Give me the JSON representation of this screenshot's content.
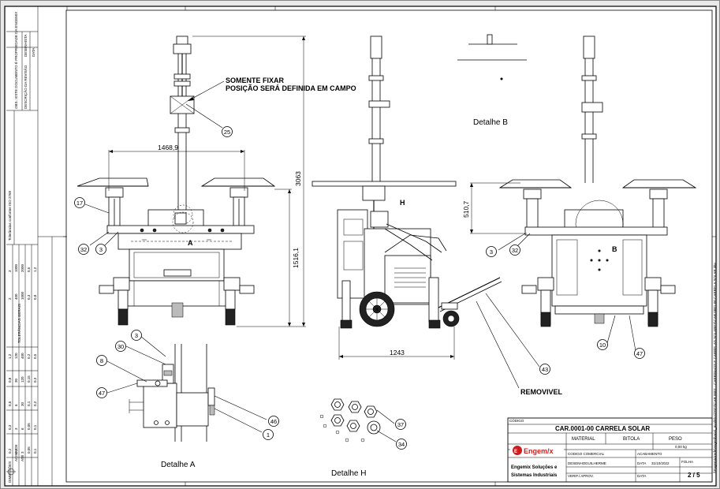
{
  "notes": {
    "field_fix_line1": "SOMENTE FIXAR",
    "field_fix_line2": "POSIÇÃO SERÁ DEFINIDA EM CAMPO",
    "removable": "REMOVIVEL"
  },
  "details": {
    "a_marker": "A",
    "b_marker": "B",
    "h_marker": "H",
    "detail_a": "Detalhe A",
    "detail_b": "Detalhe B",
    "detail_h": "Detalhe H"
  },
  "dimensions": {
    "panel_span": "1468,9",
    "overall_height": "3063",
    "mid_height": "1516,1",
    "base_length": "1243",
    "panel_offset": "510,7"
  },
  "balloons": {
    "b17": "17",
    "b32a": "32",
    "b3a": "3",
    "b25": "25",
    "b3b": "3",
    "b32b": "32",
    "b10": "10",
    "b47a": "47",
    "b43": "43",
    "b3c": "3",
    "b30": "30",
    "b8": "8",
    "b47b": "47",
    "b46": "46",
    "b1": "1",
    "b37": "37",
    "b34": "34"
  },
  "title_block": {
    "code_label": "CÓDIGO",
    "drawing_code": "CAR.0001-00 CARRELA SOLAR",
    "material_label": "MATERIAL",
    "gauge_label": "BITOLA",
    "weight_label": "PESO",
    "weight_value": "0,00 kg",
    "commercial_code_label": "CODIGO COMERCIAL",
    "finish_label": "ACABAMENTO",
    "drawn_label": "DESENHO",
    "drawn_by": "GUILHERME",
    "date_label": "DATA",
    "drawn_date": "31/10/2022",
    "sheet_label": "FOLHA",
    "sheet_value": "2 / 5",
    "review_label": "VERIF./ APROV.",
    "company_line1": "Engemix Soluções e",
    "company_line2": "Sistemas Industriais",
    "brand_name": "Engem/x",
    "file_path": "\\\\Engemix\\rede\\engenharia\\_modelos\\2022\\CAR.0001 - CARRINHOS E CARRELAS SOLARES\\CAR.0001-00 CARRELA SOLAR.idw"
  },
  "tolerance_table": {
    "header1": "DIMENSÕES",
    "header2": "ACIMA DE",
    "header3": "ATÉ",
    "note": "Tolerâncias conforme ISO 2768",
    "title_tol": "TOLERÂNCIAS GERAIS",
    "row_a": [
      "0,5",
      "3",
      "6",
      "30",
      "120",
      "400",
      "1000"
    ],
    "row_b": [
      "3",
      "6",
      "30",
      "120",
      "400",
      "1000",
      "2000"
    ],
    "row_f": [
      "0,05",
      "0,05",
      "0,1",
      "0,15",
      "0,2",
      "0,3",
      "0,5"
    ],
    "row_m": [
      "0,1",
      "0,1",
      "0,2",
      "0,3",
      "0,5",
      "0,8",
      "1,2"
    ],
    "row_c": [
      "0,2",
      "0,3",
      "0,5",
      "0,8",
      "1,2",
      "2",
      "3"
    ]
  },
  "revision_table": {
    "col1": "DESENHISTA",
    "col2": "DATA",
    "col3": "DESCRIÇÃO DA REVISÃO",
    "rev_note": "OBS.: ESTE DOCUMENTO É PROPRIEDADE DA ENGEMIX"
  }
}
